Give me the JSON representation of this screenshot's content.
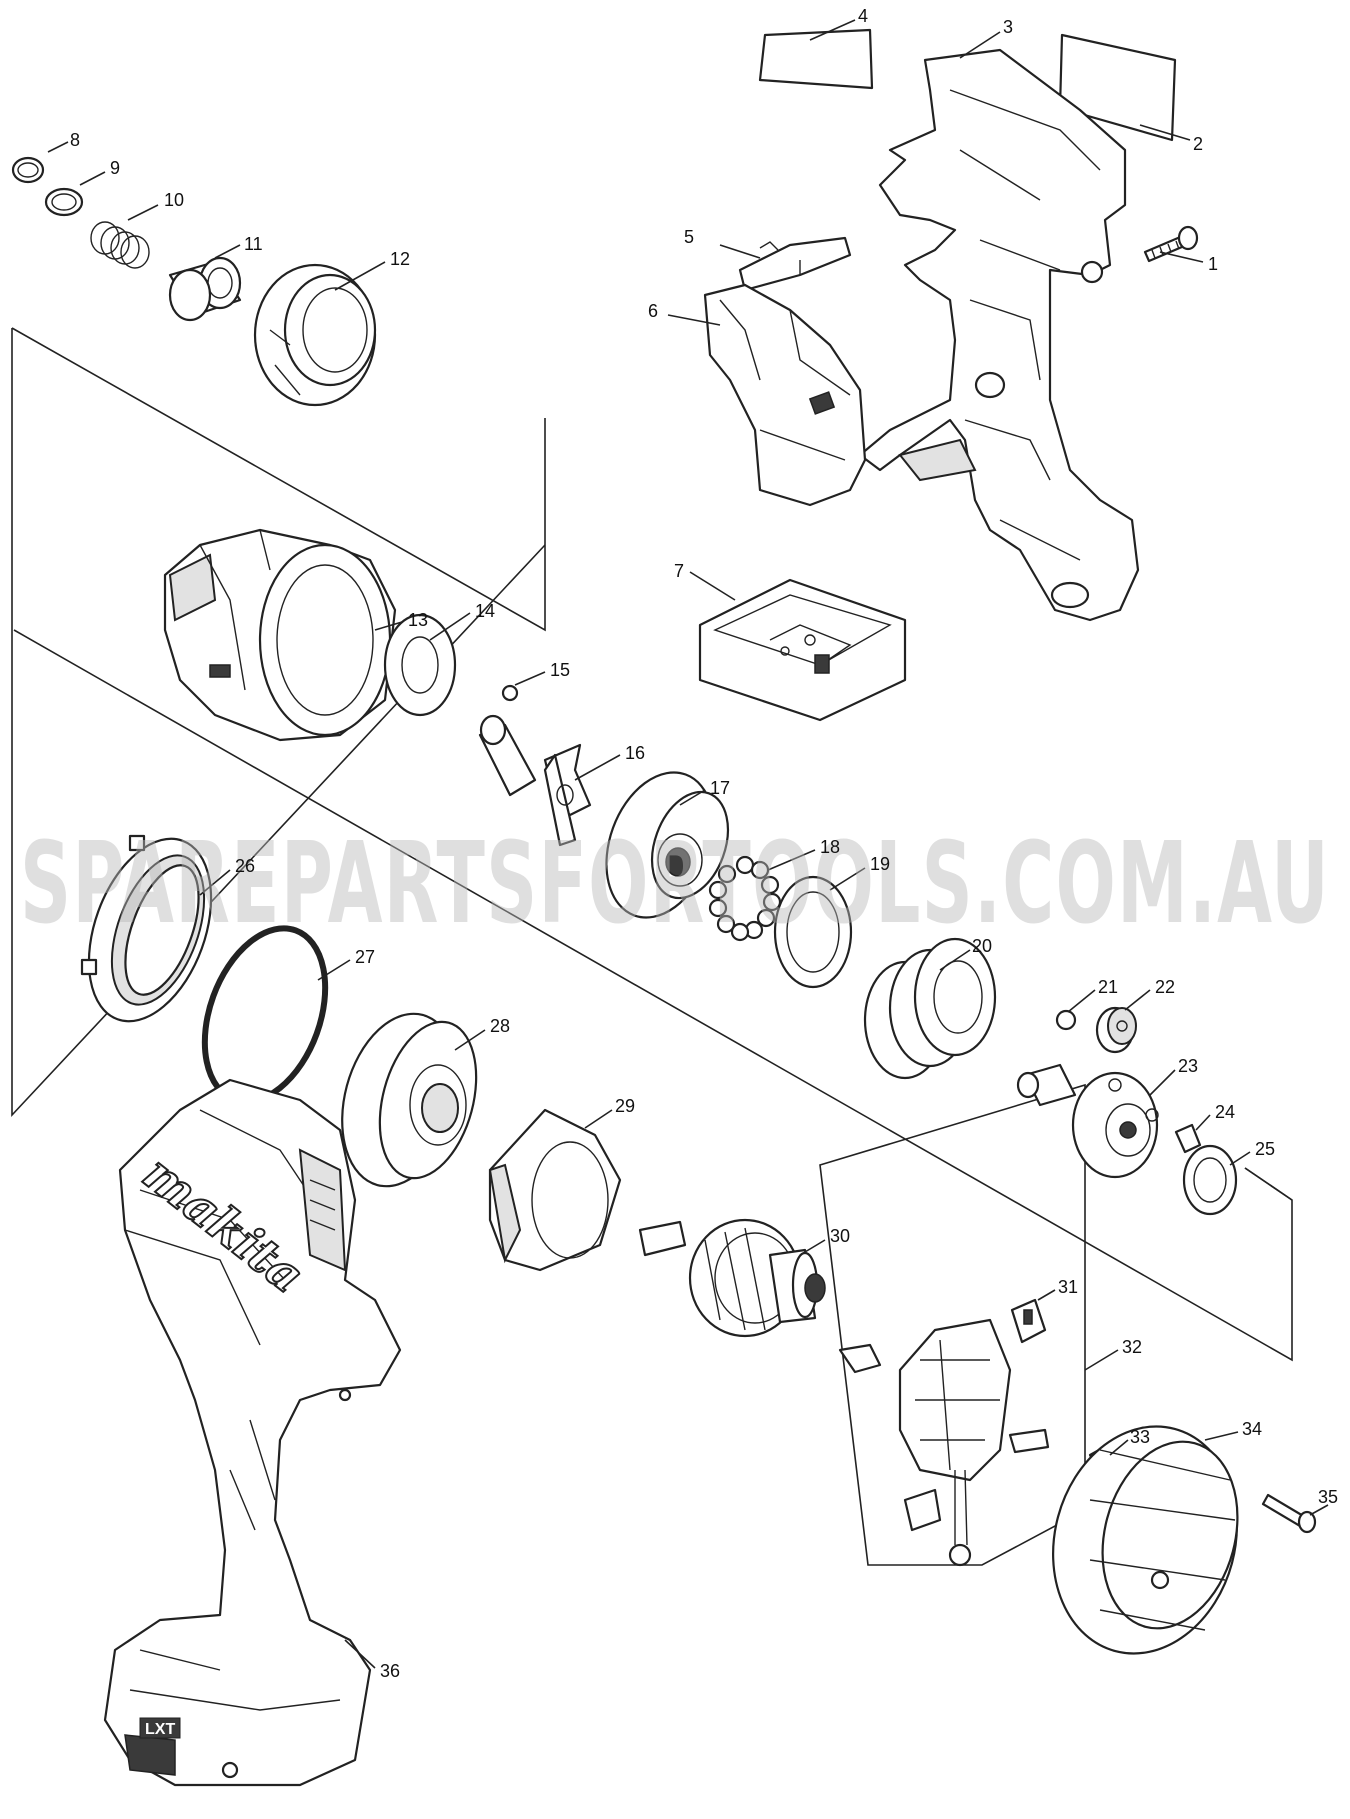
{
  "watermark": "SPAREPARTSFORTOOLS.COM.AU",
  "brand_logo": "makita",
  "battery_badge": "LXT",
  "part_labels": [
    "1",
    "2",
    "3",
    "4",
    "5",
    "6",
    "7",
    "8",
    "9",
    "10",
    "11",
    "12",
    "13",
    "14",
    "15",
    "16",
    "17",
    "18",
    "19",
    "20",
    "21",
    "22",
    "23",
    "24",
    "25",
    "26",
    "27",
    "28",
    "29",
    "30",
    "31",
    "32",
    "33",
    "34",
    "35",
    "36"
  ]
}
